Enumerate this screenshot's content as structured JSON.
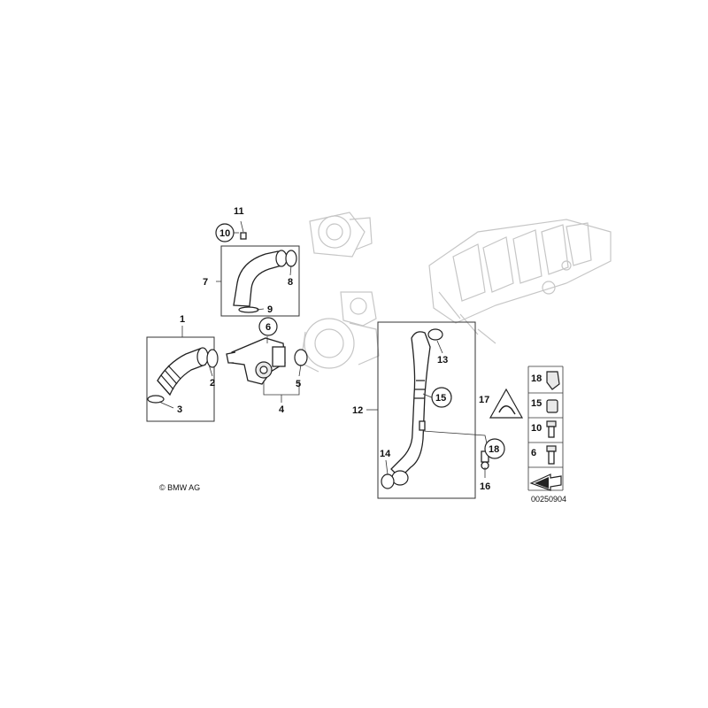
{
  "copyright": "© BMW AG",
  "drawing_number": "00250904",
  "callouts": {
    "c1": "1",
    "c2": "2",
    "c3": "3",
    "c4": "4",
    "c5": "5",
    "c6": "6",
    "c7": "7",
    "c8": "8",
    "c9": "9",
    "c10": "10",
    "c11": "11",
    "c12": "12",
    "c13": "13",
    "c14": "14",
    "c15": "15",
    "c16": "16",
    "c17": "17",
    "c18": "18"
  },
  "legend": [
    {
      "label": "18",
      "icon": "clip-icon"
    },
    {
      "label": "15",
      "icon": "clamp-icon"
    },
    {
      "label": "10",
      "icon": "screw-icon"
    },
    {
      "label": "6",
      "icon": "screw-icon"
    },
    {
      "label": "",
      "icon": "arrow-icon"
    }
  ]
}
